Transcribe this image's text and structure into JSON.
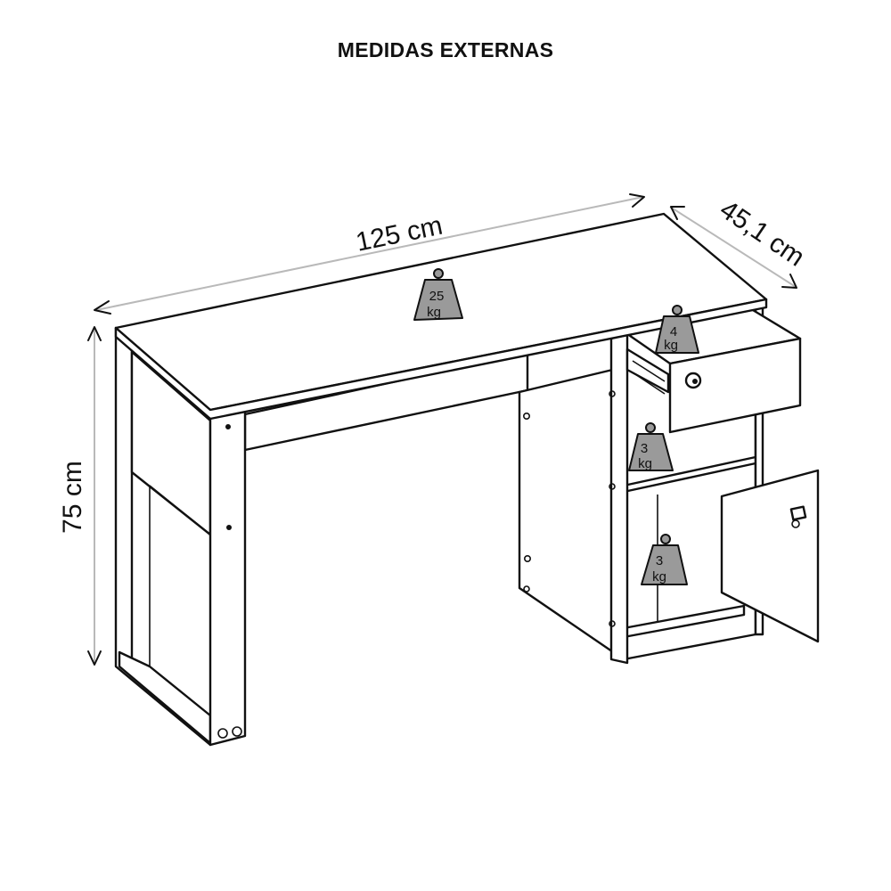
{
  "title": "MEDIDAS EXTERNAS",
  "dimensions": {
    "width": "125 cm",
    "depth": "45,1 cm",
    "height": "75 cm"
  },
  "weights": {
    "top": {
      "value": "25",
      "unit": "kg"
    },
    "drawer": {
      "value": "4",
      "unit": "kg"
    },
    "shelf": {
      "value": "3",
      "unit": "kg"
    },
    "cabinet": {
      "value": "3",
      "unit": "kg"
    }
  }
}
